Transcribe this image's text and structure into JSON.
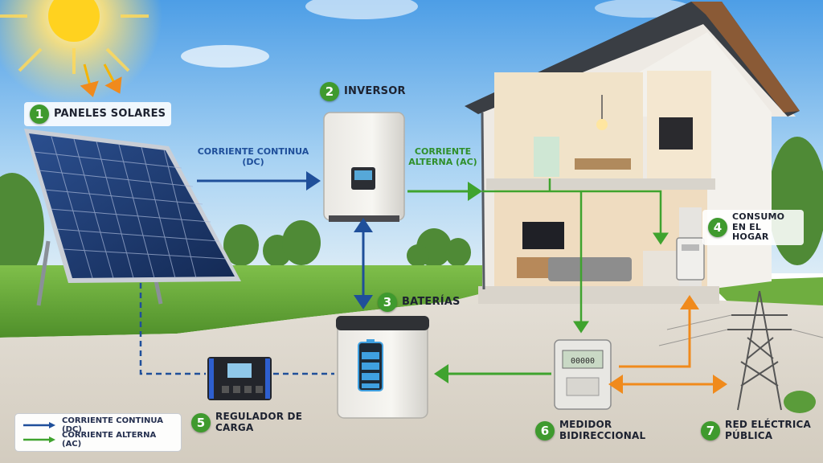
{
  "labels": {
    "paneles": {
      "number": "1",
      "text": "PANELES SOLARES"
    },
    "inversor": {
      "number": "2",
      "text": "INVERSOR"
    },
    "baterias": {
      "number": "3",
      "text": "BATERÍAS"
    },
    "consumo": {
      "number": "4",
      "text": "CONSUMO EN EL HOGAR"
    },
    "regulador": {
      "number": "5",
      "text": "REGULADOR DE CARGA"
    },
    "medidor": {
      "number": "6",
      "text": "MEDIDOR BIDIRECCIONAL"
    },
    "red": {
      "number": "7",
      "text": "RED ELÉCTRICA PÚBLICA"
    }
  },
  "flows": {
    "dc": "CORRIENTE CONTINUA (DC)",
    "ac": "CORRIENTE ALTERNA (AC)"
  },
  "legend": {
    "dc": "CORRIENTE CONTINUA (DC)",
    "ac": "CORRIENTE ALTERNA (AC)"
  },
  "meter_display": "00000",
  "colors": {
    "dc_line": "#1f4f9a",
    "ac_line": "#3fa32e",
    "grid_line": "#f08a1c",
    "badge": "#3f9a2e"
  }
}
